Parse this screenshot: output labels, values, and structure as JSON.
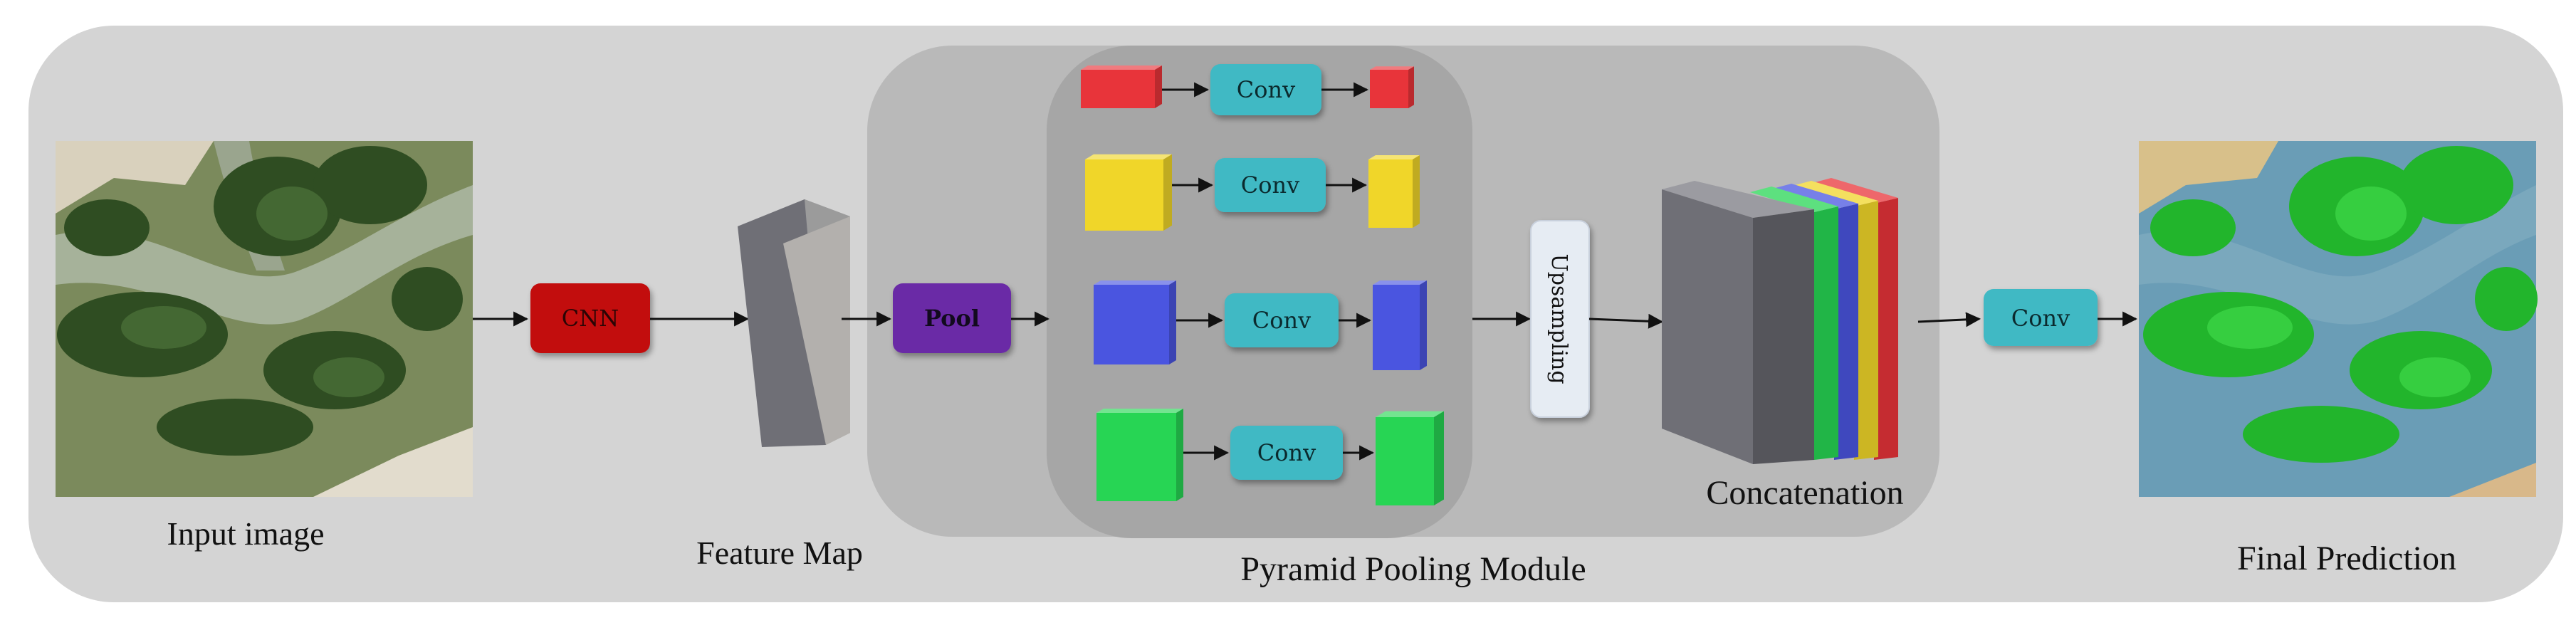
{
  "labels": {
    "input_image": "Input image",
    "feature_map": "Feature Map",
    "ppm": "Pyramid Pooling Module",
    "concatenation": "Concatenation",
    "final_prediction": "Final Prediction"
  },
  "blocks": {
    "cnn": "CNN",
    "pool": "Pool",
    "upsampling": "Upsampling",
    "final_conv": "Conv"
  },
  "pyramid": {
    "branches": [
      {
        "conv": "Conv",
        "color": "#e8343a"
      },
      {
        "conv": "Conv",
        "color": "#f0d629"
      },
      {
        "conv": "Conv",
        "color": "#4a55e0"
      },
      {
        "conv": "Conv",
        "color": "#27d554"
      }
    ]
  },
  "colors": {
    "cnn": "#c20b0b",
    "pool": "#6a2ca6",
    "conv": "#40b9c4",
    "feature_map": "#6f6f76",
    "outer_panel": "#d4d4d4",
    "ppm_panel": "#b9b9b9",
    "branch_panel": "#a6a6a6",
    "upsampling": "#e6ecf3"
  },
  "concat_stack": [
    "#27d554",
    "#4a55e0",
    "#f0d629",
    "#e8343a"
  ]
}
